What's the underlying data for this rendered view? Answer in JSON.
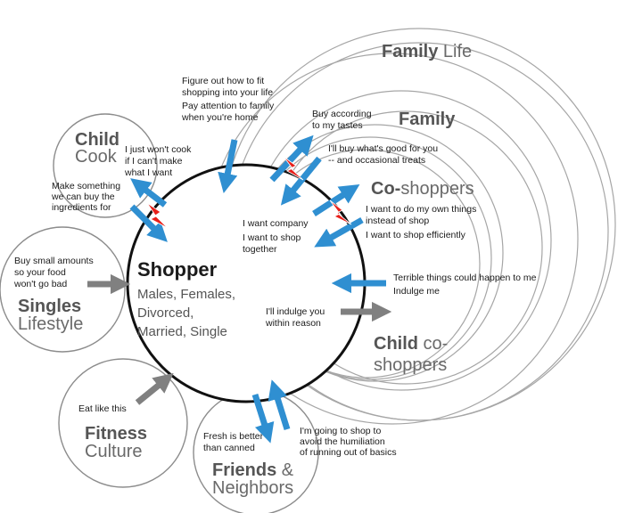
{
  "colors": {
    "blue_arrow": "#2f8fd1",
    "gray_arrow": "#808080",
    "conflict": "#e8201a",
    "ring": "#a6a6a6"
  },
  "center": {
    "title": "Shopper",
    "lines": [
      "Males, Females,",
      "Divorced,",
      "Married, Single"
    ]
  },
  "rings": {
    "family_life": {
      "bold": "Family",
      "light": " Life"
    },
    "family": {
      "bold": "Family",
      "light": ""
    },
    "co_shoppers": {
      "bold": "Co-",
      "light": "shoppers"
    },
    "child_co_shoppers": {
      "bold": "Child",
      "light": " co-",
      "light2": "shoppers"
    }
  },
  "satellites": {
    "child_cook": {
      "bold": "Child",
      "light": "Cook"
    },
    "singles": {
      "bold": "Singles",
      "light": "Lifestyle"
    },
    "fitness": {
      "bold": "Fitness",
      "light": "Culture"
    },
    "friends": {
      "bold": "Friends",
      "amp": " &",
      "light": "Neighbors"
    }
  },
  "notes": {
    "family_life_1": [
      "Figure out how to fit",
      "shopping into your life"
    ],
    "family_life_2": [
      "Pay attention to family",
      "when you're home"
    ],
    "child_cook_1": [
      "I just won't cook",
      "if I can't make",
      "what I want"
    ],
    "child_cook_2": [
      "Make something",
      "we can buy the",
      "ingredients for"
    ],
    "family_1": [
      "Buy according",
      "to my tastes"
    ],
    "family_2": [
      "I'll buy what's good for you",
      "-- and occasional treats"
    ],
    "co_shoppers_1": [
      "I want to do my own things",
      "instead of shop"
    ],
    "co_shoppers_2": [
      "I want to shop efficiently"
    ],
    "shopper_1": [
      "I want company"
    ],
    "shopper_2": [
      "I want to shop",
      "together"
    ],
    "child_co_1": [
      "Terrible things could happen to me"
    ],
    "child_co_2": [
      "Indulge me"
    ],
    "shopper_3": [
      "I'll indulge you",
      "within reason"
    ],
    "singles_1": [
      "Buy small amounts",
      "so your food",
      "won't go bad"
    ],
    "fitness_1": [
      "Eat like this"
    ],
    "friends_1": [
      "Fresh is better",
      "than canned"
    ],
    "friends_2": [
      "I'm going to shop to",
      "avoid the humiliation",
      "of running out of basics"
    ]
  }
}
